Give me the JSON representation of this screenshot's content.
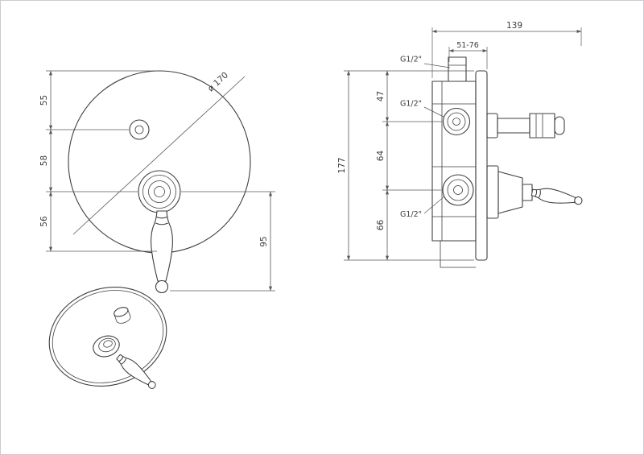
{
  "page": {
    "background": "#ffffff",
    "border_color": "#c9ccd1",
    "line_color": "#3d3f42",
    "dimension_color": "#55585c"
  },
  "front_view": {
    "diameter_label": "ø 170",
    "dim_top_offset": "55",
    "dim_button_to_hub": "58",
    "dim_hub_to_bottom": "56",
    "dim_handle_length": "95"
  },
  "side_view": {
    "dim_total_depth": "139",
    "dim_install_depth_range": "51-76",
    "dim_total_height": "177",
    "dim_top_port": "47",
    "dim_port_spacing": "64",
    "dim_bottom_port": "66",
    "port_top_label": "G1/2\"",
    "port_mid_label": "G1/2\"",
    "port_bottom_label": "G1/2\""
  }
}
